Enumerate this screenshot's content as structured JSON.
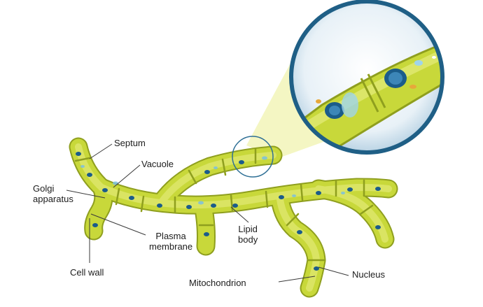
{
  "labels": {
    "septum": "Septum",
    "vacuole": "Vacuole",
    "golgi": [
      "Golgi",
      "apparatus"
    ],
    "plasma": [
      "Plasma",
      "membrane"
    ],
    "lipid": [
      "Lipid",
      "body"
    ],
    "cell_wall": "Cell wall",
    "mitochondrion": "Mitochondrion",
    "nucleus": "Nucleus"
  },
  "colors": {
    "hypha_fill": "#c8d83a",
    "hypha_edge": "#8f9f1e",
    "cytoplasm": "#d9e35a",
    "nucleus": "#1b5c8a",
    "vacuole": "#7cc0df",
    "magnifier_cone": "#f2f4b8",
    "magnifier_ring": "#1f5f86",
    "leader_line": "#3a3a3a"
  }
}
